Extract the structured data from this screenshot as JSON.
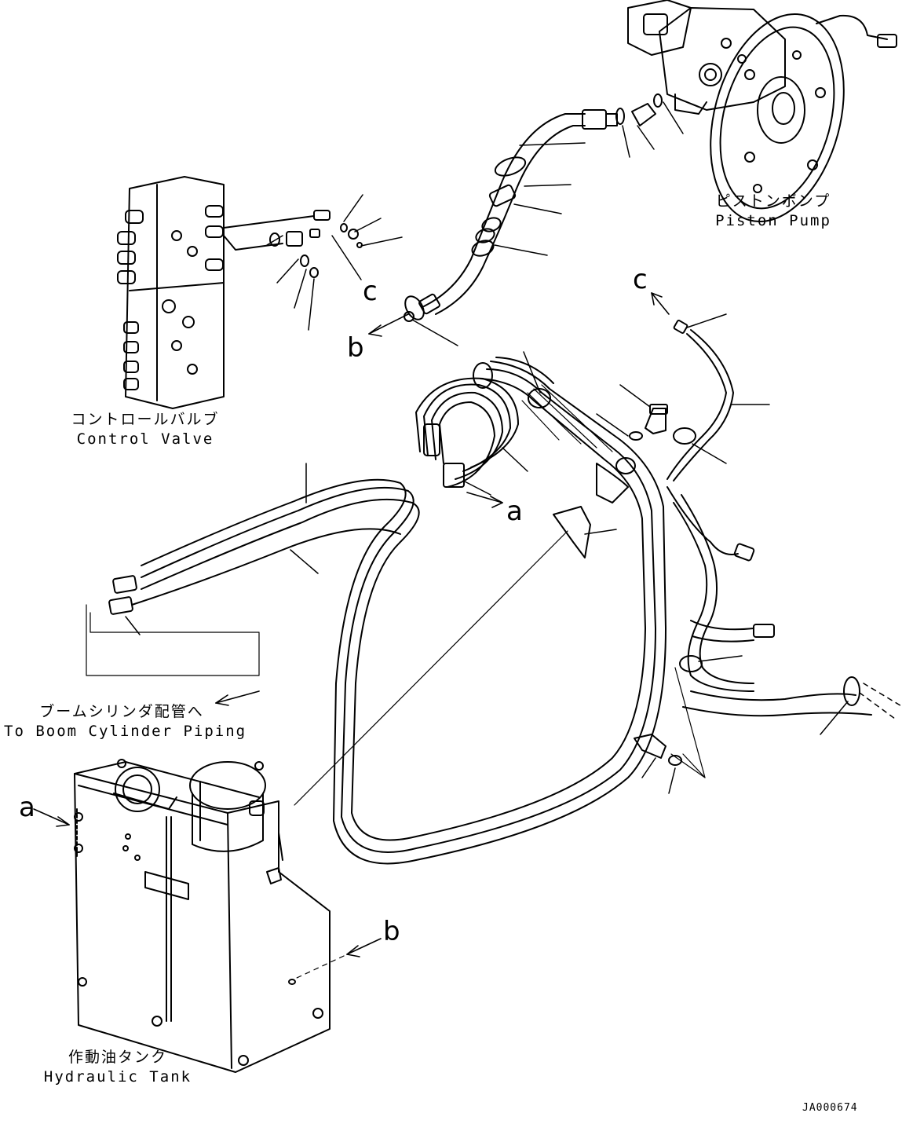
{
  "labels": {
    "piston_pump_jp": "ピストンポンプ",
    "piston_pump_en": "Piston Pump",
    "control_valve_jp": "コントロールバルブ",
    "control_valve_en": "Control Valve",
    "boom_jp": "ブームシリンダ配管へ",
    "boom_en": "To Boom Cylinder Piping",
    "tank_jp": "作動油タンク",
    "tank_en": "Hydraulic Tank",
    "drawing_code": "JA000674"
  },
  "callouts": {
    "a_tank": "a",
    "a_hoses": "a",
    "b_pump_line": "b",
    "b_tank": "b",
    "c_valve": "c",
    "c_line": "c"
  },
  "colors": {
    "ink": "#000000",
    "paper": "#ffffff"
  }
}
